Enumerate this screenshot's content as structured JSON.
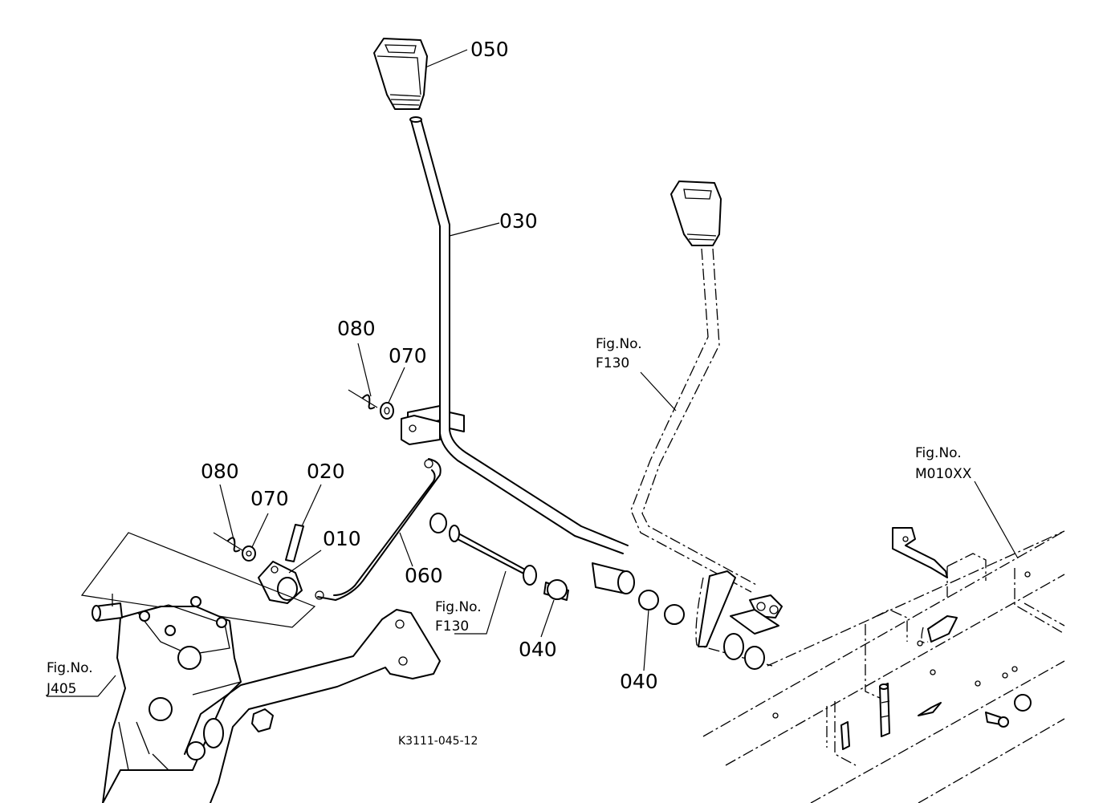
{
  "parts": [
    {
      "id": "knob",
      "number": "050"
    },
    {
      "id": "lever",
      "number": "030"
    },
    {
      "id": "snap-pin-upper",
      "number": "080"
    },
    {
      "id": "washer-upper",
      "number": "070"
    },
    {
      "id": "snap-pin-lower",
      "number": "080"
    },
    {
      "id": "washer-lower",
      "number": "070"
    },
    {
      "id": "spring-pin",
      "number": "020"
    },
    {
      "id": "arm",
      "number": "010"
    },
    {
      "id": "rod",
      "number": "060"
    },
    {
      "id": "bushing-left",
      "number": "040"
    },
    {
      "id": "bushing-right",
      "number": "040"
    }
  ],
  "references": [
    {
      "id": "ref-f130-upper",
      "line1": "Fig.No.",
      "line2": "F130"
    },
    {
      "id": "ref-m010xx",
      "line1": "Fig.No.",
      "line2": "M010XX"
    },
    {
      "id": "ref-f130-lower",
      "line1": "Fig.No.",
      "line2": "F130"
    },
    {
      "id": "ref-j405",
      "line1": "Fig.No.",
      "line2": "J405"
    }
  ],
  "drawing_code": "K3111-045-12"
}
